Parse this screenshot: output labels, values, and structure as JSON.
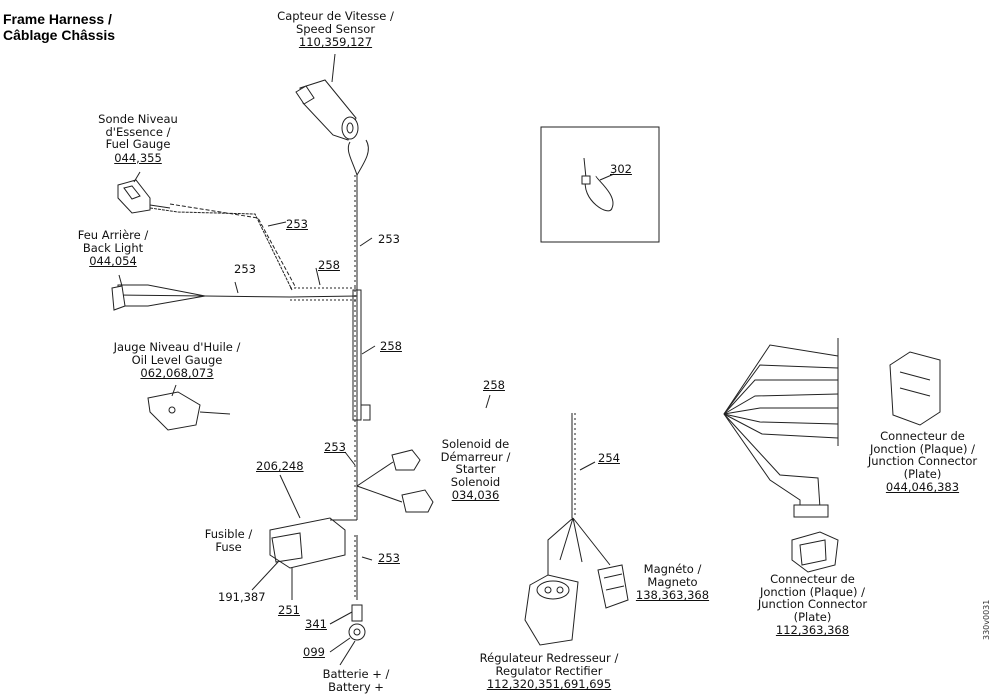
{
  "title": {
    "line1": "Frame Harness /",
    "line2": "Câblage Châssis"
  },
  "image_code": "330v0031",
  "components": {
    "speed_sensor": {
      "l1": "Capteur de Vitesse /",
      "l2": "Speed Sensor",
      "num": "110,359,127"
    },
    "fuel_gauge": {
      "l1": "Sonde Niveau",
      "l2": "d'Essence /",
      "l3": "Fuel Gauge",
      "num": "044,355"
    },
    "back_light": {
      "l1": "Feu Arrière /",
      "l2": "Back Light",
      "num": "044,054"
    },
    "oil_level": {
      "l1": "Jauge Niveau d'Huile /",
      "l2": "Oil Level Gauge",
      "num": "062,068,073"
    },
    "starter_solenoid": {
      "l1": "Solenoid de",
      "l2": "Démarreur /",
      "l3": "Starter",
      "l4": "Solenoid",
      "num": "034,036"
    },
    "fuse": {
      "l1": "Fusible /",
      "l2": "Fuse"
    },
    "fuse_num_a": "206,248",
    "fuse_num_b": "191,387",
    "battery": {
      "l1": "Batterie + /",
      "l2": "Battery +"
    },
    "regulator": {
      "l1": "Régulateur Redresseur /",
      "l2": "Regulator Rectifier",
      "num": "112,320,351,691,695"
    },
    "magneto": {
      "l1": "Magnéto /",
      "l2": "Magneto",
      "num": "138,363,368"
    },
    "junction_plate_a": {
      "l1": "Connecteur de",
      "l2": "Jonction (Plaque) /",
      "l3": "Junction Connector",
      "l4": "(Plate)",
      "num": "044,046,383"
    },
    "junction_plate_b": {
      "l1": "Connecteur de",
      "l2": "Jonction (Plaque) /",
      "l3": "Junction Connector",
      "l4": "(Plate)",
      "num": "112,363,368"
    }
  },
  "callouts": {
    "c253_fuel": "253",
    "c253_top": "253",
    "c253_light": "253",
    "c258_top": "258",
    "c258_mid": "258",
    "c258_free": "258",
    "c253_mid": "253",
    "c253_low": "253",
    "c251": "251",
    "c341": "341",
    "c099": "099",
    "c254": "254",
    "c302": "302"
  }
}
